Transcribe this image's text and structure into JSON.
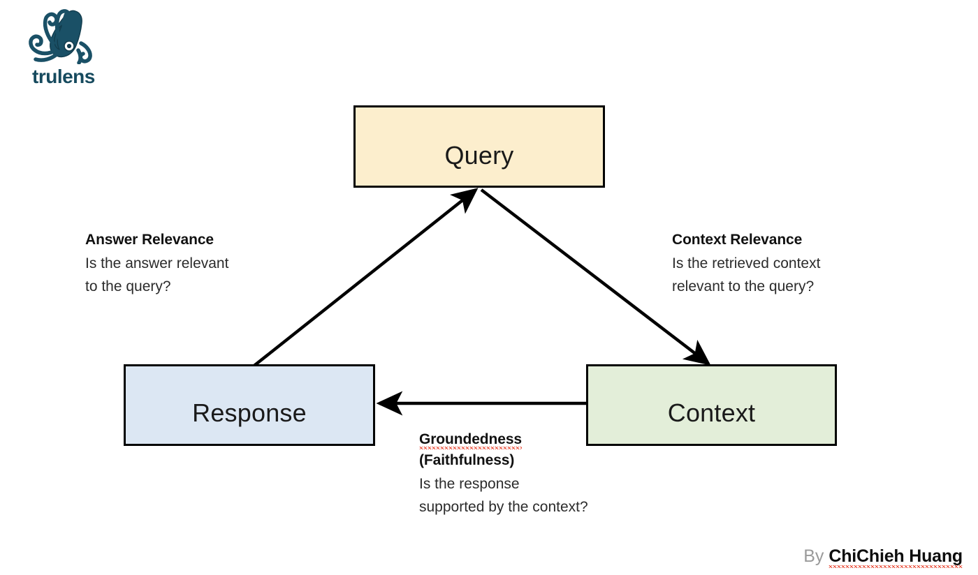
{
  "brand": {
    "name": "trulens",
    "logo_icon": "squid-icon",
    "color": "#164a5e"
  },
  "diagram": {
    "type": "triad-flow",
    "nodes": [
      {
        "id": "query",
        "label": "Query",
        "fill": "#fceecd",
        "stroke": "#000000"
      },
      {
        "id": "response",
        "label": "Response",
        "fill": "#dce7f3",
        "stroke": "#000000"
      },
      {
        "id": "context",
        "label": "Context",
        "fill": "#e3eed9",
        "stroke": "#000000"
      }
    ],
    "edges": [
      {
        "id": "response-to-query",
        "from": "response",
        "to": "query",
        "metric": "Answer Relevance"
      },
      {
        "id": "query-to-context",
        "from": "query",
        "to": "context",
        "metric": "Context Relevance"
      },
      {
        "id": "context-to-response",
        "from": "context",
        "to": "response",
        "metric": "Groundedness (Faithfulness)"
      }
    ]
  },
  "annotations": {
    "answer_relevance": {
      "heading": "Answer Relevance",
      "body": "Is the answer relevant\nto the query?"
    },
    "context_relevance": {
      "heading": "Context Relevance",
      "body": "Is the retrieved context\nrelevant to the query?"
    },
    "groundedness": {
      "heading_line1": "Groundedness",
      "heading_line2": "(Faithfulness)",
      "body": "Is the response\nsupported by the context?"
    }
  },
  "credit": {
    "prefix": "By",
    "author": "ChiChieh Huang"
  }
}
